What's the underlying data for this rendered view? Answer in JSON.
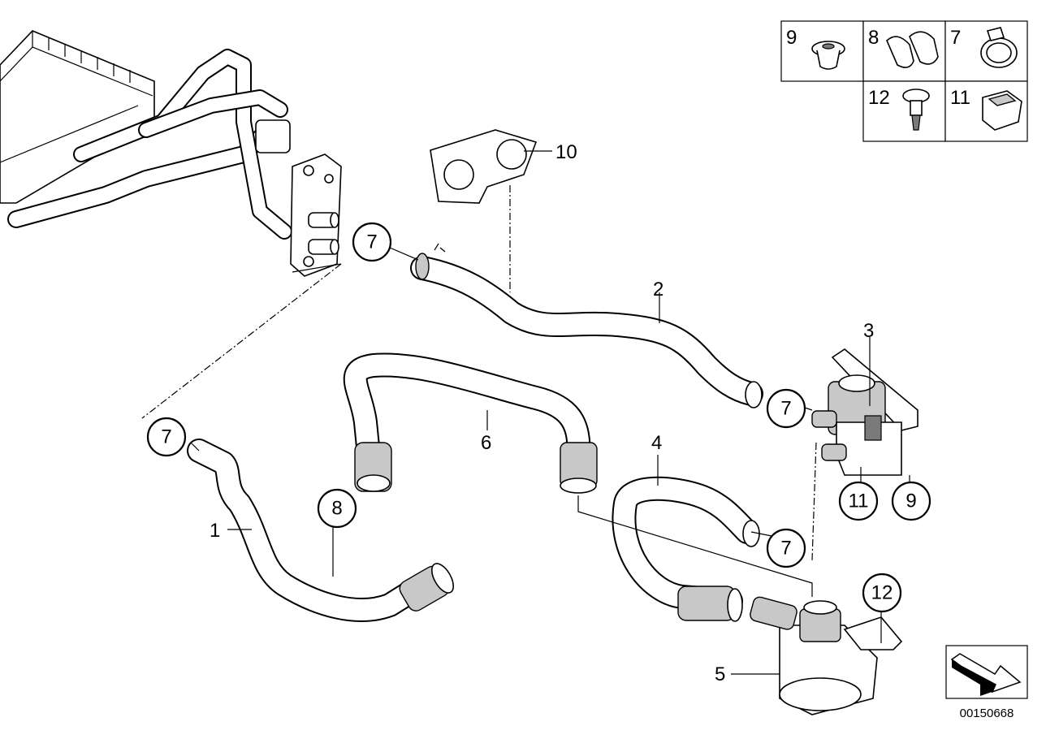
{
  "callouts": {
    "c7_heater": "7",
    "c7_hose1": "7",
    "c7_hose2_end": "7",
    "c7_hose4_end": "7",
    "c8": "8",
    "c11": "11",
    "c9": "9",
    "c12": "12"
  },
  "labels": {
    "p1": "1",
    "p2": "2",
    "p3": "3",
    "p4": "4",
    "p5": "5",
    "p6": "6",
    "p10": "10"
  },
  "legend": {
    "items": [
      {
        "num": "9",
        "icon": "grommet-icon"
      },
      {
        "num": "8",
        "icon": "hose-clamp-double-icon"
      },
      {
        "num": "7",
        "icon": "hose-clamp-icon"
      },
      {
        "num": "12",
        "icon": "expanding-rivet-icon"
      },
      {
        "num": "11",
        "icon": "rubber-mount-icon"
      }
    ]
  },
  "footer": {
    "document_number": "00150668"
  }
}
